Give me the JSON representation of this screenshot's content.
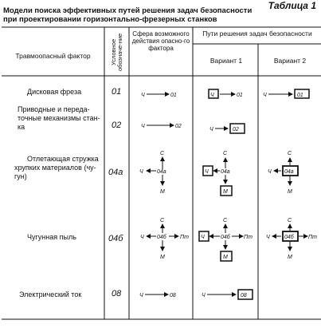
{
  "table_label": "Таблица 1",
  "title_line1": "Модели поиска эффективных путей решения задач безопасности",
  "title_line2": "при проектировании горизонтально-фрезерных станков",
  "headers": {
    "factor": "Травмоопасный фактор",
    "designation": "Условное обозначе-ние",
    "sphere": "Сфера возможного действия опасно-го фактора",
    "ways": "Пути решения задач безопасности",
    "variant1": "Вариант 1",
    "variant2": "Вариант 2"
  },
  "rows": [
    {
      "factor": "Дисковая фреза",
      "code": "01"
    },
    {
      "factor_line1": "Приводные и переда-",
      "factor_line2": "точные механизмы стан-",
      "factor_line3": "ка",
      "code": "02"
    },
    {
      "factor_line1": "Отлетающая стружка",
      "factor_line2": "хрупких материалов (чу-",
      "factor_line3": "гун)",
      "code": "04а"
    },
    {
      "factor": "Чугунная пыль",
      "code": "04б"
    },
    {
      "factor": "Электрический ток",
      "code": "08"
    }
  ],
  "diagram_labels": {
    "ch": "Ч",
    "s": "С",
    "m": "М",
    "pt": "Пт",
    "c01": "01",
    "c02": "02",
    "c04a": "04а",
    "c04b": "04б",
    "c08": "08"
  }
}
